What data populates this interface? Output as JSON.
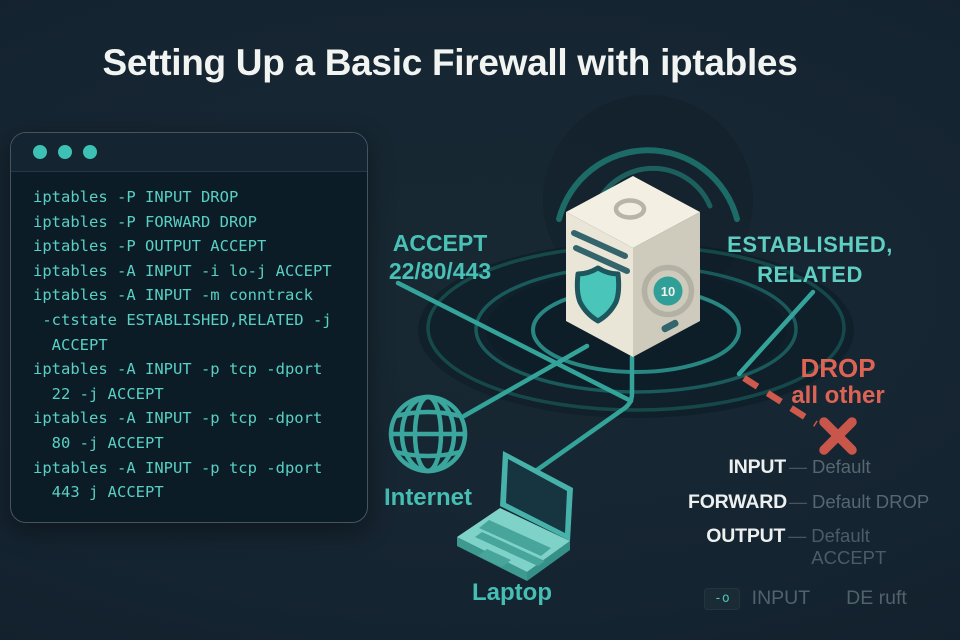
{
  "title": "Setting Up a Basic Firewall with iptables",
  "terminal": {
    "lines": [
      "iptables -P INPUT DROP",
      "iptables -P FORWARD DROP",
      "iptables -P OUTPUT ACCEPT",
      "iptables -A INPUT -i lo-j ACCEPT",
      "iptables -A INPUT -m conntrack",
      " -ctstate ESTABLISHED,RELATED -j",
      "  ACCEPT",
      "iptables -A INPUT -p tcp -dport",
      "  22 -j ACCEPT",
      "iptables -A INPUT -p tcp -dport",
      "  80 -j ACCEPT",
      "iptables -A INPUT -p tcp -dport",
      "  443 j ACCEPT"
    ]
  },
  "diagram": {
    "accept": [
      "ACCEPT",
      "22/80/443"
    ],
    "established": [
      "ESTABLISHED,",
      "RELATED"
    ],
    "drop": [
      "DROP",
      "all other"
    ],
    "internet_label": "Internet",
    "laptop_label": "Laptop",
    "server_dial_value": "10"
  },
  "legend": {
    "separator": "—",
    "rows": [
      {
        "chain": "INPUT",
        "policy": "Default"
      },
      {
        "chain": "FORWARD",
        "policy": "Default DROP"
      },
      {
        "chain": "OUTPUT",
        "policy": "Default ACCEPT"
      }
    ],
    "footer": {
      "badge": "-o",
      "chain": "INPUT",
      "policy": "DE ruft"
    }
  },
  "colors": {
    "background": "#15242f",
    "teal_text": "#49c1b6",
    "teal_line": "#34a49a",
    "red": "#dd6455",
    "white": "#f2f4f1",
    "gray": "#56676f",
    "terminal_bg": "#0c1c27",
    "terminal_text": "#58d0c3"
  }
}
